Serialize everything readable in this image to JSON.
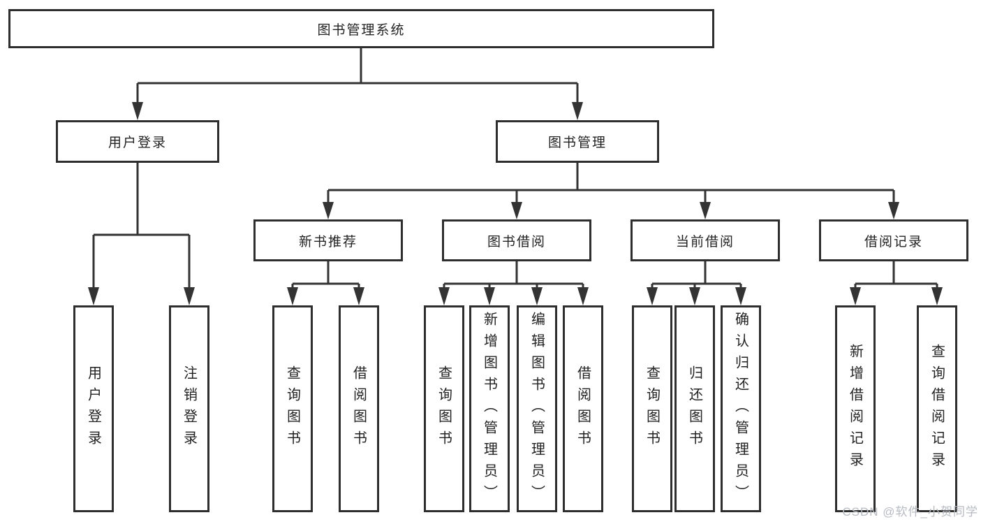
{
  "tree": {
    "label": "图书管理系统",
    "children": [
      {
        "label": "用户登录",
        "children": [
          {
            "label": "用户登录"
          },
          {
            "label": "注销登录"
          }
        ]
      },
      {
        "label": "图书管理",
        "children": [
          {
            "label": "新书推荐",
            "children": [
              {
                "label": "查询图书"
              },
              {
                "label": "借阅图书"
              }
            ]
          },
          {
            "label": "图书借阅",
            "children": [
              {
                "label": "查询图书"
              },
              {
                "label": "新增图书（管理员）"
              },
              {
                "label": "编辑图书（管理员）"
              },
              {
                "label": "借阅图书"
              }
            ]
          },
          {
            "label": "当前借阅",
            "children": [
              {
                "label": "查询图书"
              },
              {
                "label": "归还图书"
              },
              {
                "label": "确认归还（管理员）"
              }
            ]
          },
          {
            "label": "借阅记录",
            "children": [
              {
                "label": "新增借阅记录"
              },
              {
                "label": "查询借阅记录"
              }
            ]
          }
        ]
      }
    ]
  },
  "watermark": {
    "text": "CSDN @软件_小贺同学"
  },
  "colors": {
    "line": "#333333",
    "box_border": "#2e2e2e",
    "text": "#222222",
    "watermark": "#b7bbc1",
    "background": "#ffffff"
  }
}
